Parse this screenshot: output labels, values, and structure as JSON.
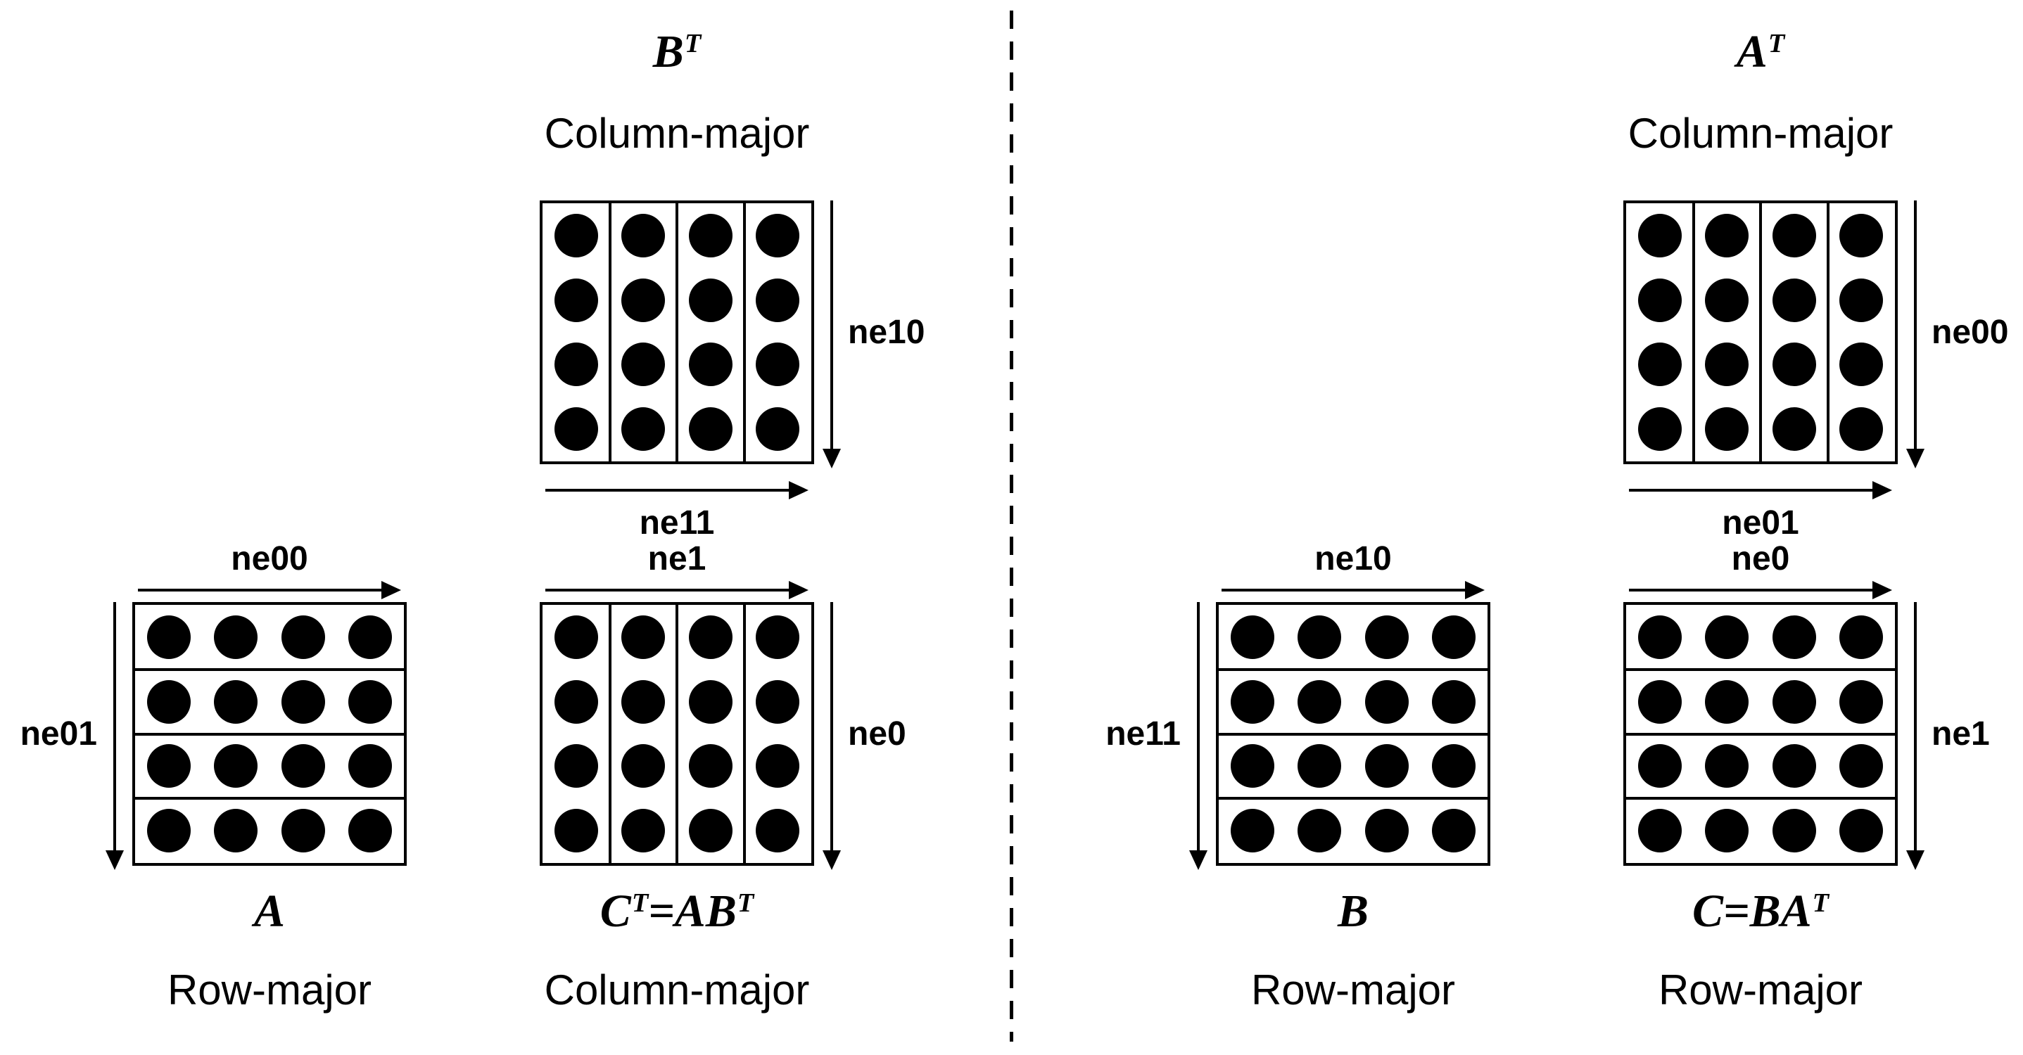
{
  "figure": {
    "background": "#ffffff",
    "ink": "#000000",
    "divider_style": "dashed-vertical"
  },
  "panels": {
    "left": {
      "top_matrix": {
        "name_math": "B^T",
        "layout_label": "Column-major",
        "rows": 4,
        "cols": 4,
        "orientation": "column",
        "right_arrow_label": "ne10",
        "bottom_arrow_label": "ne11"
      },
      "bottom_left_matrix": {
        "name_math": "A",
        "layout_label": "Row-major",
        "rows": 4,
        "cols": 4,
        "orientation": "row",
        "top_arrow_label": "ne00",
        "left_arrow_label": "ne01"
      },
      "bottom_right_matrix": {
        "name_math": "C^T=AB^T",
        "layout_label": "Column-major",
        "rows": 4,
        "cols": 4,
        "orientation": "column",
        "top_arrow_label": "ne1",
        "right_arrow_label": "ne0"
      }
    },
    "right": {
      "top_matrix": {
        "name_math": "A^T",
        "layout_label": "Column-major",
        "rows": 4,
        "cols": 4,
        "orientation": "column",
        "right_arrow_label": "ne00",
        "bottom_arrow_label": "ne01"
      },
      "bottom_left_matrix": {
        "name_math": "B",
        "layout_label": "Row-major",
        "rows": 4,
        "cols": 4,
        "orientation": "row",
        "top_arrow_label": "ne10",
        "left_arrow_label": "ne11"
      },
      "bottom_right_matrix": {
        "name_math": "C=BA^T",
        "layout_label": "Row-major",
        "rows": 4,
        "cols": 4,
        "orientation": "row",
        "top_arrow_label": "ne0",
        "right_arrow_label": "ne1"
      }
    }
  }
}
